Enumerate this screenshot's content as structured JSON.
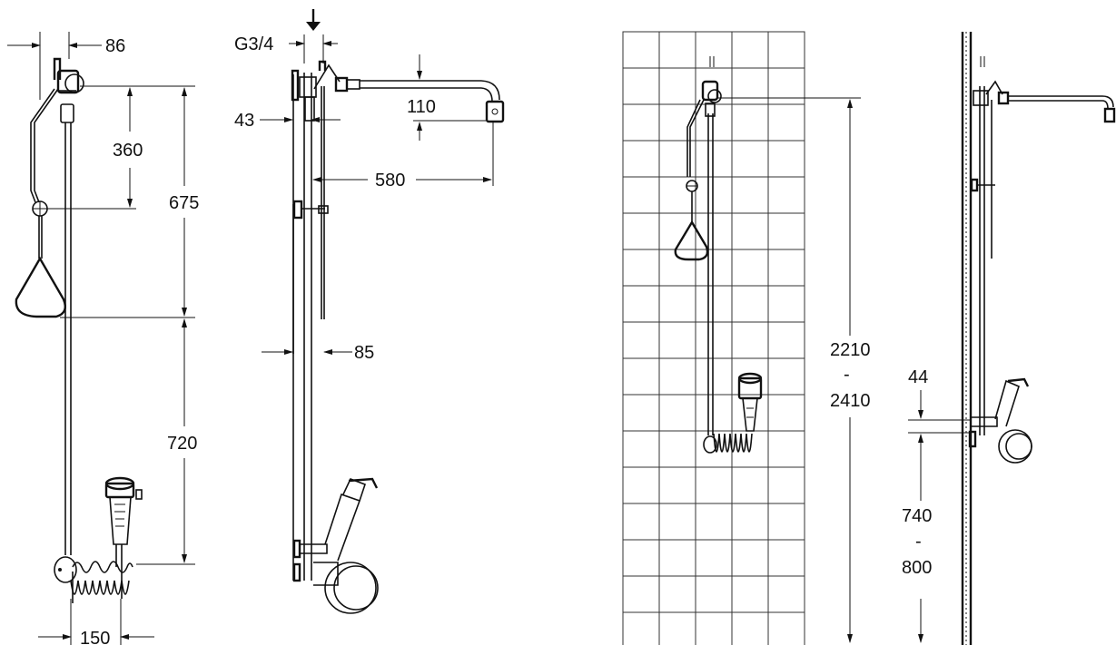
{
  "dimensions": {
    "front": {
      "d86": "86",
      "d360": "360",
      "d675": "675",
      "d720": "720",
      "d150": "150"
    },
    "side": {
      "g34": "G3/4",
      "d43": "43",
      "d110": "110",
      "d580": "580",
      "d85": "85"
    },
    "wall": {
      "h_top": "2210",
      "h_sep": "-",
      "h_bot": "2410",
      "d44": "44",
      "eye_top": "740",
      "eye_sep": "-",
      "eye_bot": "800"
    }
  }
}
